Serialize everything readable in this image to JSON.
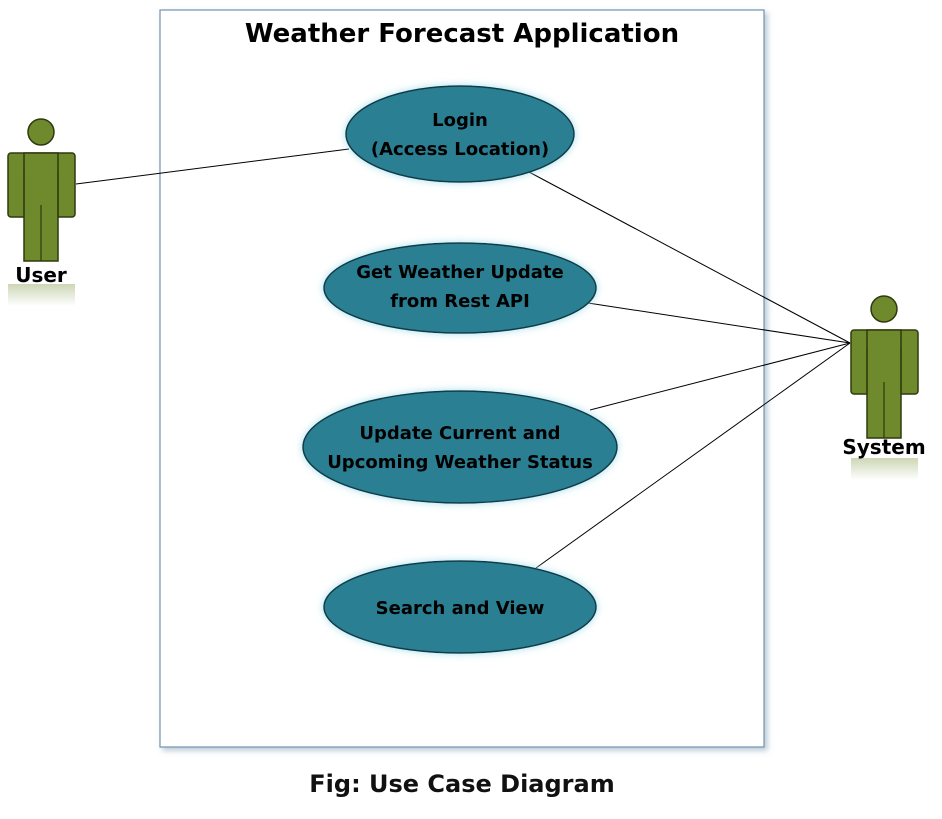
{
  "system": {
    "title": "Weather Forecast Application"
  },
  "actors": {
    "user": "User",
    "system": "System"
  },
  "use_cases": [
    {
      "id": "login",
      "lines": [
        "Login",
        "(Access Location)"
      ]
    },
    {
      "id": "get-weather",
      "lines": [
        "Get Weather Update",
        "from Rest API"
      ]
    },
    {
      "id": "update-status",
      "lines": [
        "Update Current and",
        "Upcoming Weather Status"
      ]
    },
    {
      "id": "search-view",
      "lines": [
        "Search and View"
      ]
    }
  ],
  "associations": [
    {
      "from": "user",
      "to": "login"
    },
    {
      "from": "system",
      "to": "login"
    },
    {
      "from": "system",
      "to": "get-weather"
    },
    {
      "from": "system",
      "to": "update-status"
    },
    {
      "from": "system",
      "to": "search-view"
    }
  ],
  "caption": "Fig: Use Case Diagram",
  "colors": {
    "use_case_fill": "#2a7f93",
    "use_case_glow": "#bfe8f2",
    "actor_fill": "#6e8a2c",
    "actor_stroke": "#2e3a0d",
    "boundary_stroke": "#6f93b0"
  }
}
